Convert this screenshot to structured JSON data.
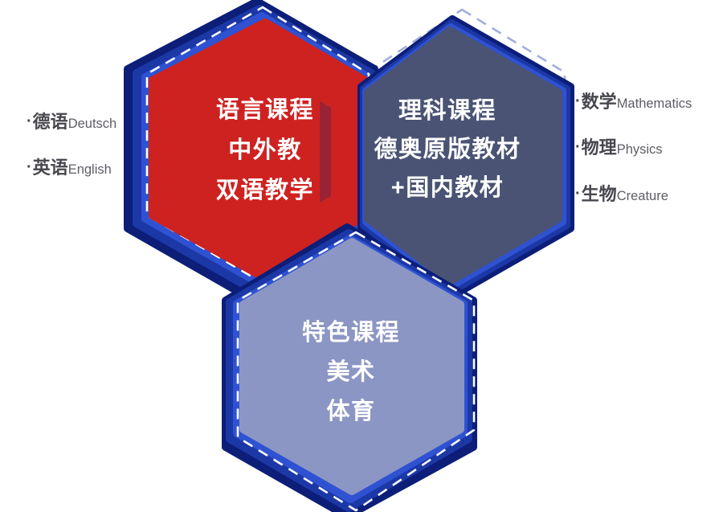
{
  "colors": {
    "red": "#ce2221",
    "navy": "#4a5374",
    "light": "#8b96c4",
    "ring_inner": "#2e52d2",
    "ring_mid": "#1c38a6",
    "ring_outer": "#0c1e78",
    "dash_white": "#ffffff",
    "dash_periwinkle": "#a2aede",
    "hex_text": "#ffffff",
    "label_zh": "#47474f",
    "label_en": "#5d5d66"
  },
  "hexagons": {
    "language": {
      "lines": [
        "语言课程",
        "中外教",
        "双语教学"
      ]
    },
    "science": {
      "lines": [
        "理科课程",
        "德奥原版教材",
        "+国内教材"
      ]
    },
    "special": {
      "lines": [
        "特色课程",
        "美术",
        "体育"
      ]
    }
  },
  "side_labels": {
    "bullet": "·",
    "left": [
      {
        "zh": "德语",
        "en": "Deutsch"
      },
      {
        "zh": "英语",
        "en": "English"
      }
    ],
    "right": [
      {
        "zh": "数学",
        "en": "Mathematics"
      },
      {
        "zh": "物理",
        "en": "Physics"
      },
      {
        "zh": "生物",
        "en": "Creature"
      }
    ]
  }
}
